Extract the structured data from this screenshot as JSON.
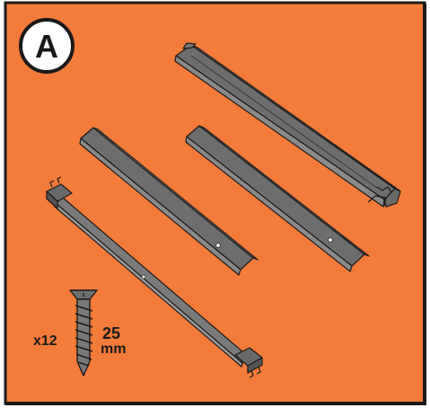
{
  "panel": {
    "badge_letter": "A",
    "background_color": "#f47b3a",
    "part_color": "#6e6e6e",
    "border_color": "#1a1a1a"
  },
  "screw": {
    "quantity_label": "x12",
    "length_value": "25",
    "length_unit": "mm"
  },
  "parts": [
    {
      "name": "long-rail-with-end-hook",
      "icon": "rail"
    },
    {
      "name": "flat-slat-left",
      "icon": "slat"
    },
    {
      "name": "flat-slat-right",
      "icon": "slat"
    },
    {
      "name": "connector-bar-with-clips",
      "icon": "bar"
    },
    {
      "name": "screw",
      "icon": "screw-icon"
    }
  ]
}
